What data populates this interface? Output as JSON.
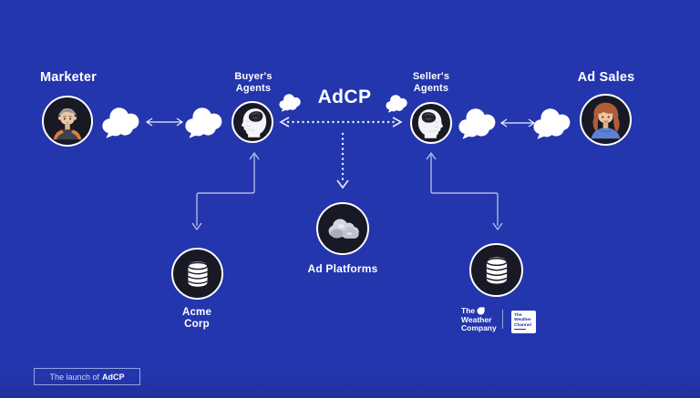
{
  "colors": {
    "background": "#2336ae",
    "node_circle_fill": "#191926",
    "connector_line": "#ffffff",
    "marketer_jacket_accent": "#e08038",
    "ad_sales_top": "#5b80d6",
    "weather_channel_blue": "#1e2fa0"
  },
  "diagram": {
    "adcp_title": "AdCP",
    "marketer": {
      "label": "Marketer"
    },
    "buyers_agents": {
      "line1": "Buyer's",
      "line2": "Agents"
    },
    "sellers_agents": {
      "line1": "Seller's",
      "line2": "Agents"
    },
    "ad_sales": {
      "label": "Ad Sales"
    },
    "acme": {
      "line1": "Acme",
      "line2": "Corp"
    },
    "ad_platforms": {
      "label": "Ad Platforms"
    },
    "weather_company": {
      "line1": "The",
      "line2": "Weather",
      "line3": "Company"
    },
    "weather_channel": {
      "line1": "The",
      "line2": "Weather",
      "line3": "Channel"
    }
  },
  "caption": {
    "prefix": "The launch of",
    "highlight": "AdCP"
  }
}
